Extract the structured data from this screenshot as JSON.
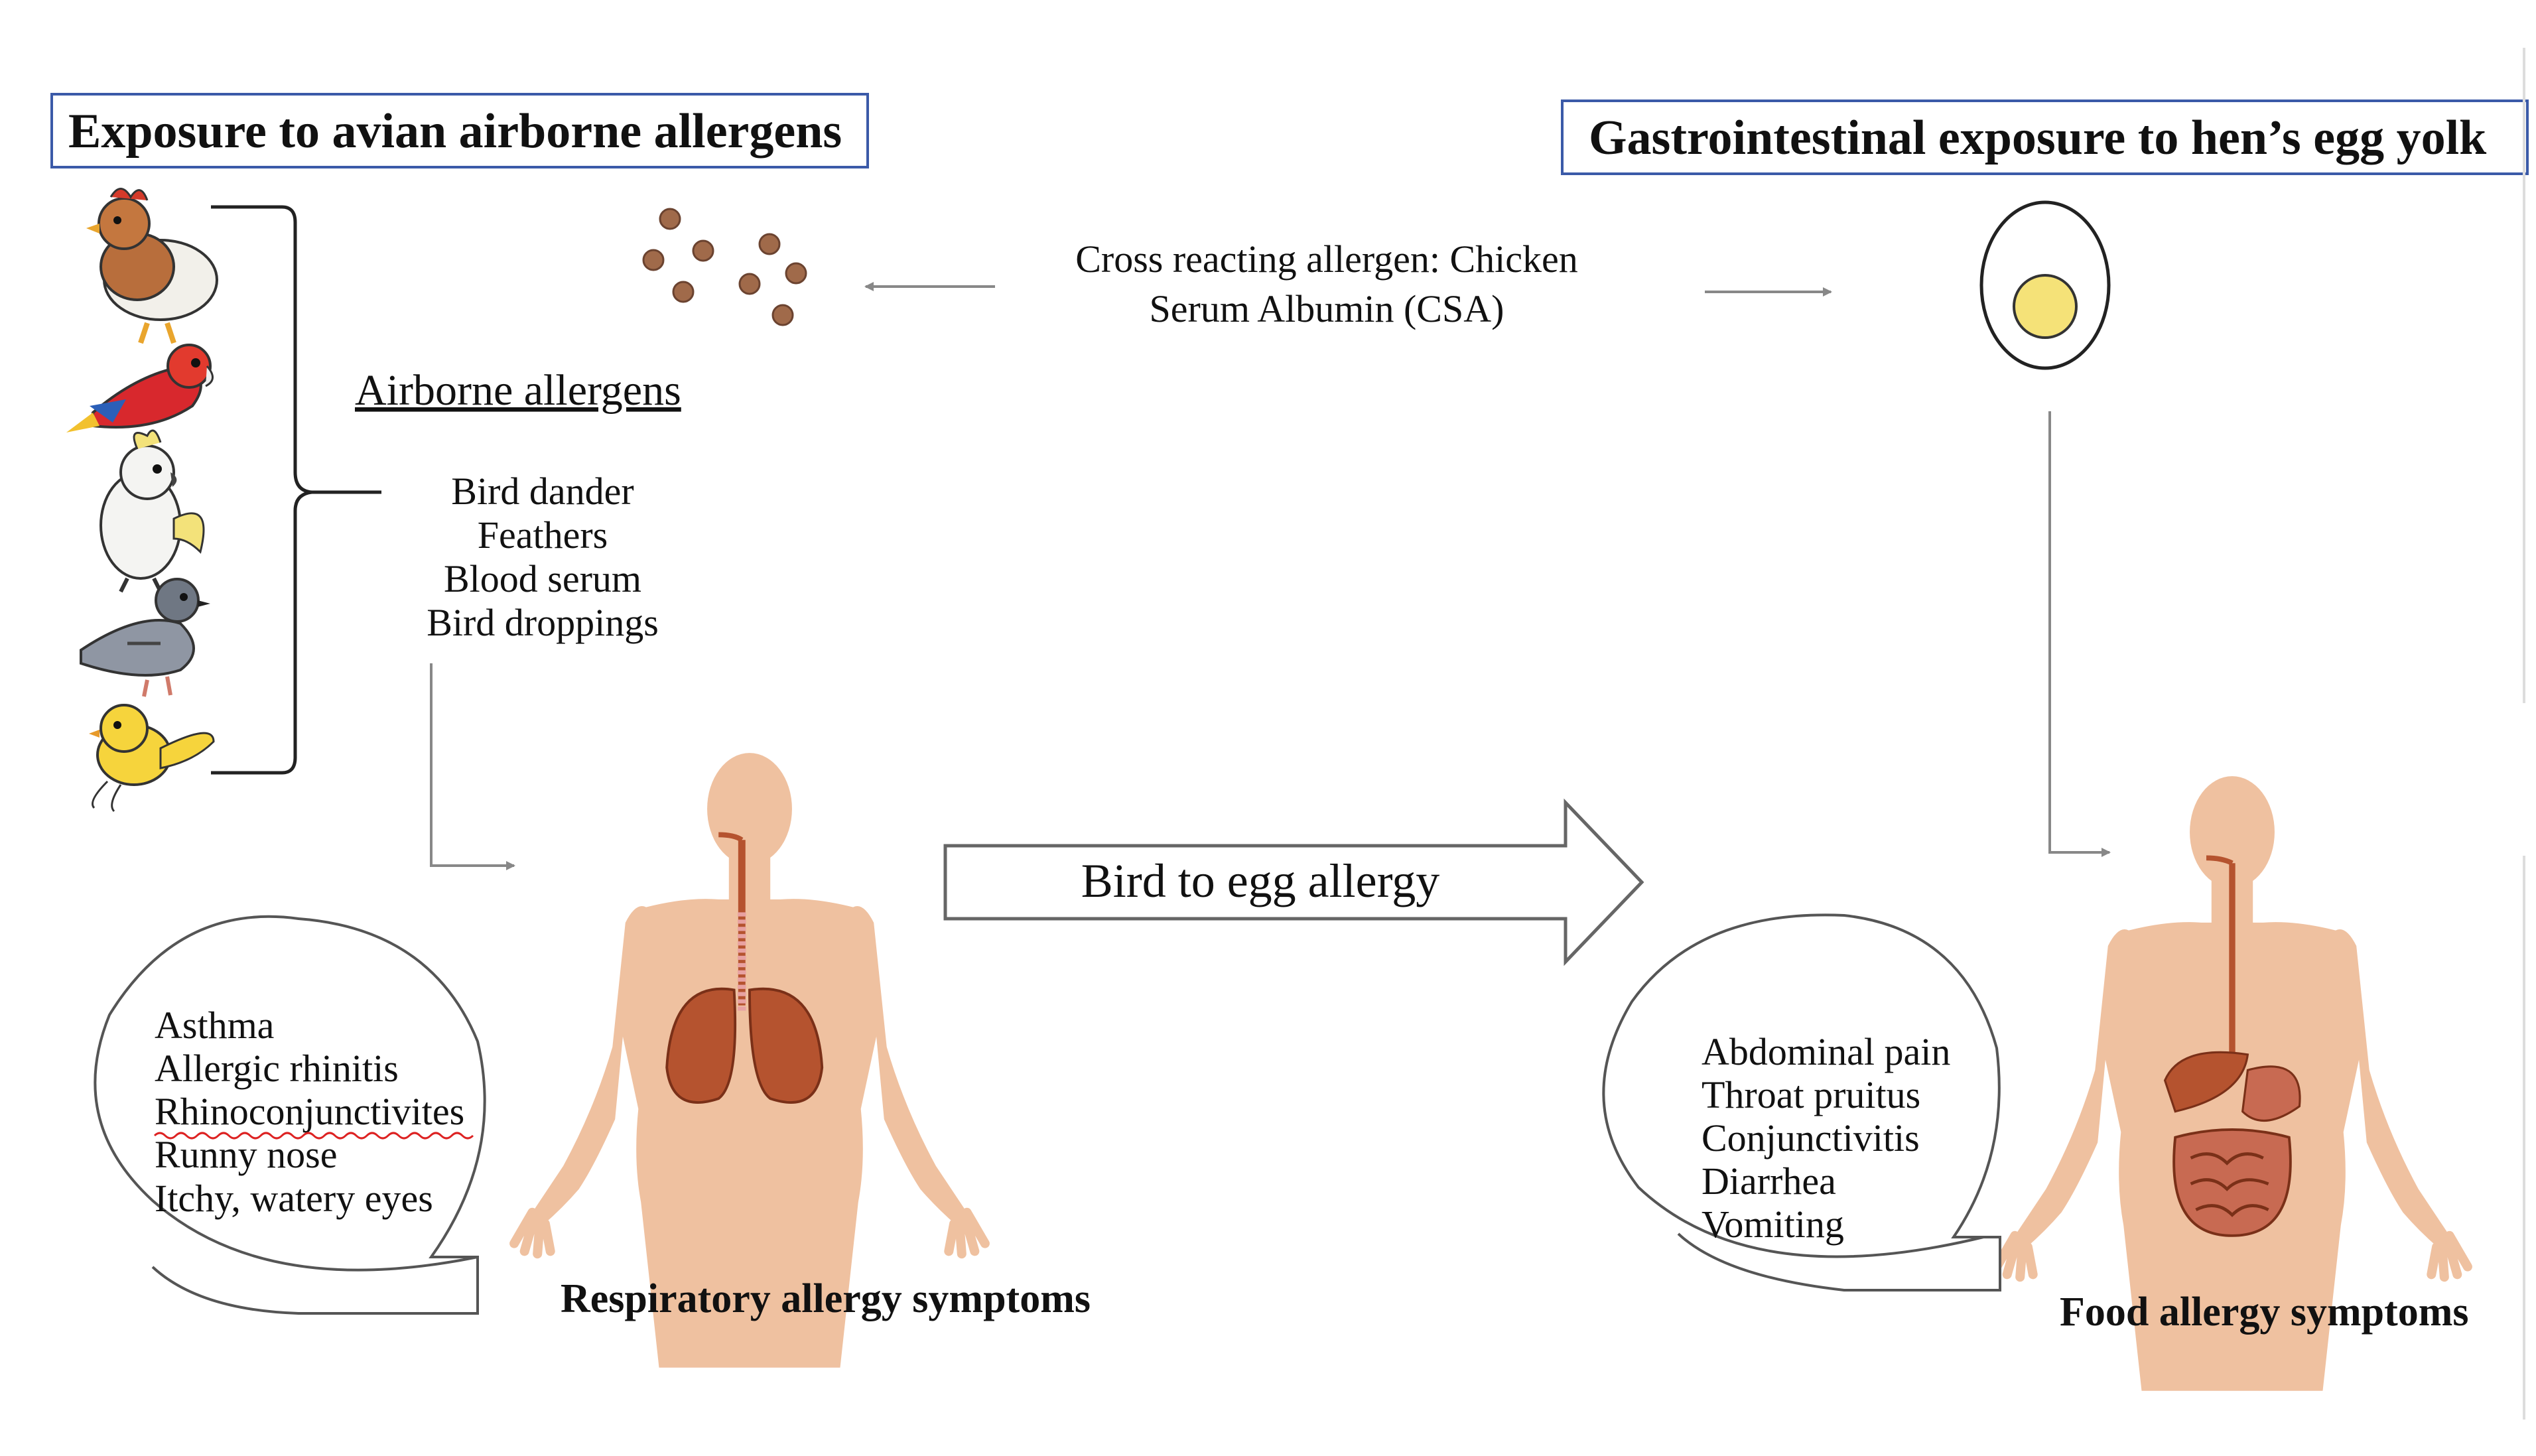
{
  "left_header": "Exposure to avian airborne allergens",
  "right_header": "Gastrointestinal exposure to hen’s egg yolk",
  "cross_reacting": {
    "line1": "Cross reacting allergen: Chicken",
    "line2": "Serum Albumin (CSA)"
  },
  "airborne": {
    "title": "Airborne allergens",
    "items": [
      "Bird dander",
      "Feathers",
      "Blood serum",
      "Bird droppings"
    ]
  },
  "bird_to_egg": "Bird to egg allergy",
  "respiratory": {
    "symptoms": [
      "Asthma",
      "Allergic rhinitis",
      "Rhinoconjunctivites",
      "Runny nose",
      "Itchy, watery eyes"
    ],
    "caption": "Respiratory allergy symptoms"
  },
  "food": {
    "symptoms": [
      "Abdominal pain",
      "Throat pruitus",
      "Conjunctivitis",
      "Diarrhea",
      "Vomiting"
    ],
    "caption": "Food allergy symptoms"
  },
  "birds": [
    "chicken-icon",
    "parrot-icon",
    "cockatoo-icon",
    "pigeon-icon",
    "canary-icon"
  ],
  "colors": {
    "header_border": "#3b5aa8",
    "skin": "#efc1a0",
    "lung": "#b5532f",
    "organ": "#c86a52",
    "yolk": "#f5e278",
    "particle": "#a06a4a"
  }
}
